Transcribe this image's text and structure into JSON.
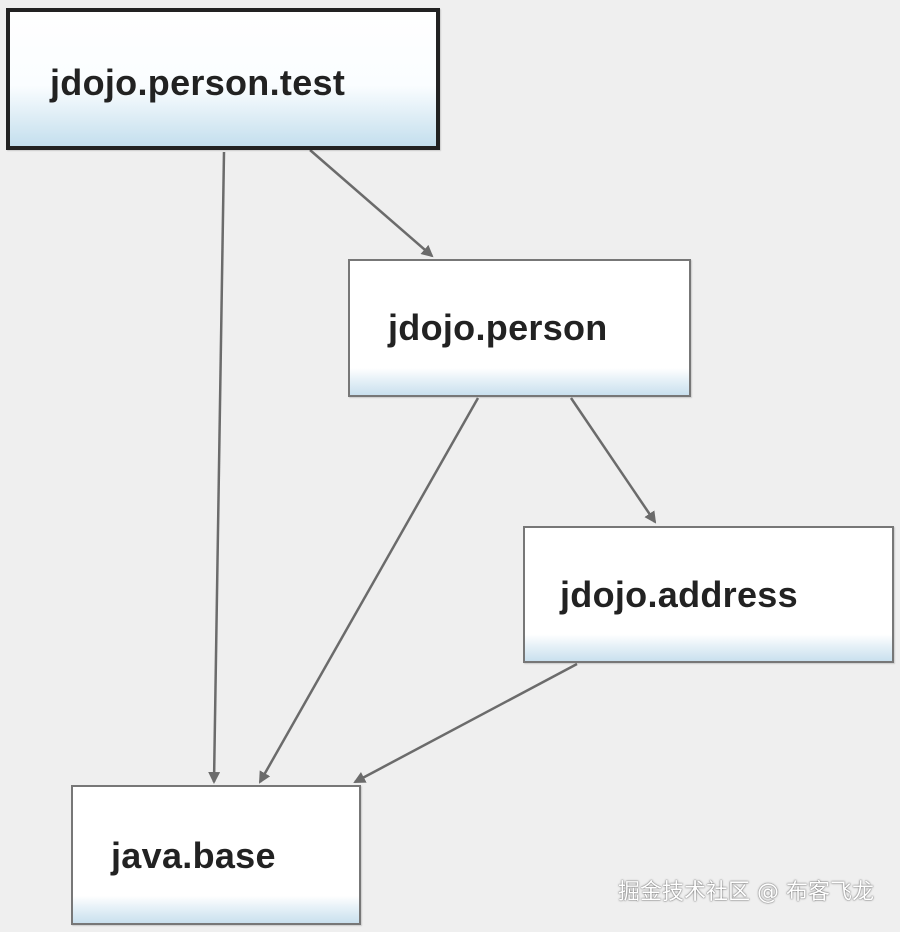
{
  "diagram": {
    "nodes": {
      "person_test": "jdojo.person.test",
      "person": "jdojo.person",
      "address": "jdojo.address",
      "java_base": "java.base"
    },
    "edges": [
      {
        "from": "jdojo.person.test",
        "to": "jdojo.person"
      },
      {
        "from": "jdojo.person.test",
        "to": "java.base"
      },
      {
        "from": "jdojo.person",
        "to": "jdojo.address"
      },
      {
        "from": "jdojo.person",
        "to": "java.base"
      },
      {
        "from": "jdojo.address",
        "to": "java.base"
      }
    ],
    "colors": {
      "background": "#efefef",
      "edge": "#6b6b6b",
      "node_border": "#777777",
      "selected_border": "#222222",
      "node_gradient_bottom": "#c9e0ee"
    }
  },
  "watermark": "掘金技术社区 @ 布客飞龙"
}
